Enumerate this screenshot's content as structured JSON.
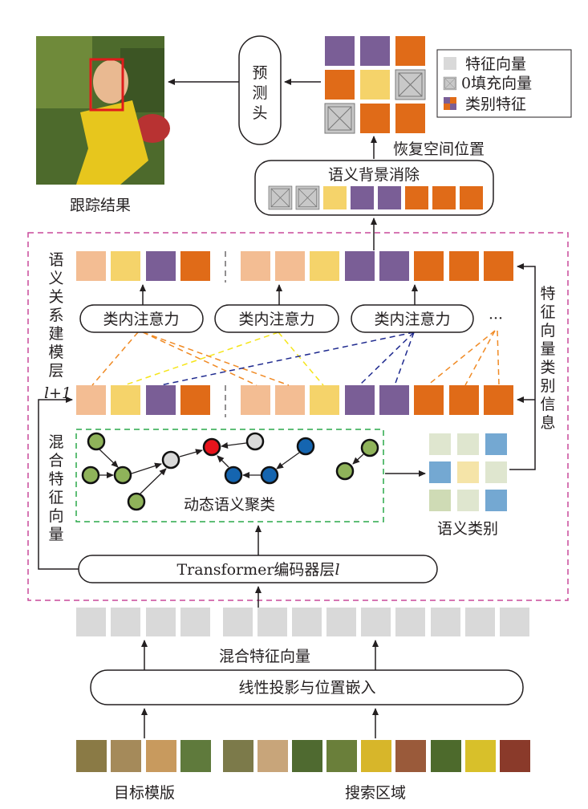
{
  "title_result": "跟踪结果",
  "prediction_head": [
    "预",
    "测",
    "头"
  ],
  "legend": {
    "items": [
      "特征向量",
      "0填充向量",
      "类别特征"
    ]
  },
  "restore_label": "恢复空间位置",
  "background_removal": "语义背景消除",
  "relation_layer": [
    "语",
    "义",
    "关",
    "系",
    "建",
    "模",
    "层"
  ],
  "relation_layer_index": "l+1",
  "mixed_vertical": [
    "混",
    "合",
    "特",
    "征",
    "向",
    "量"
  ],
  "category_info_vertical": [
    "特",
    "征",
    "向",
    "量",
    "类",
    "别",
    "信",
    "息"
  ],
  "attention_label": "类内注意力",
  "ellipsis": "···",
  "clustering_label": "动态语义聚类",
  "semantic_category": "语义类别",
  "encoder_label": "Transformer编码器层",
  "encoder_index": "l",
  "mixed_label": "混合特征向量",
  "projection_label": "线性投影与位置嵌入",
  "template_label": "目标模版",
  "search_label": "搜索区域",
  "colors": {
    "peach": "#f3bd93",
    "yellow": "#f5d36a",
    "purple": "#7a5e96",
    "orange": "#e06b18",
    "grey": "#d9d9d9",
    "pink_dash": "#c8489a",
    "green_dash": "#2aa84a"
  }
}
